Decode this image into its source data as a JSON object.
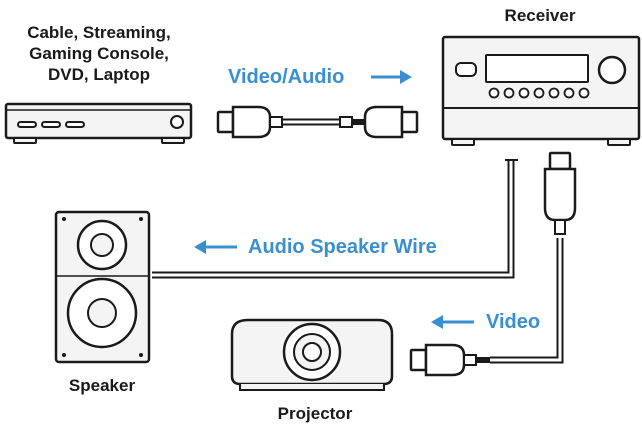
{
  "source": {
    "label_lines": [
      "Cable, Streaming,",
      "Gaming Console,",
      "DVD, Laptop"
    ]
  },
  "receiver": {
    "label": "Receiver"
  },
  "speaker": {
    "label": "Speaker"
  },
  "projector": {
    "label": "Projector"
  },
  "connections": {
    "video_audio": {
      "label": "Video/Audio",
      "direction": "right"
    },
    "speaker_wire": {
      "label": "Audio Speaker Wire",
      "direction": "left"
    },
    "video": {
      "label": "Video",
      "direction": "left"
    }
  },
  "colors": {
    "stroke": "#1a1a1a",
    "device_fill": "#f4f4f4",
    "accent": "#3a8fd0",
    "cable_fill": "#ffffff"
  }
}
